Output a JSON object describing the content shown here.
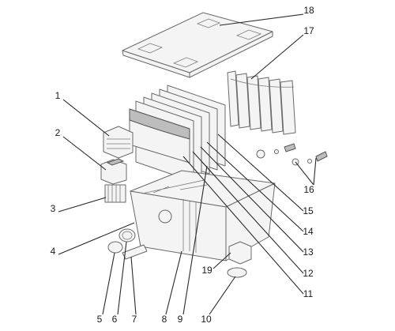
{
  "callouts": [
    "1",
    "2",
    "3",
    "4",
    "5",
    "6",
    "7",
    "8",
    "9",
    "10",
    "11",
    "12",
    "13",
    "14",
    "15",
    "16",
    "17",
    "18",
    "19"
  ]
}
